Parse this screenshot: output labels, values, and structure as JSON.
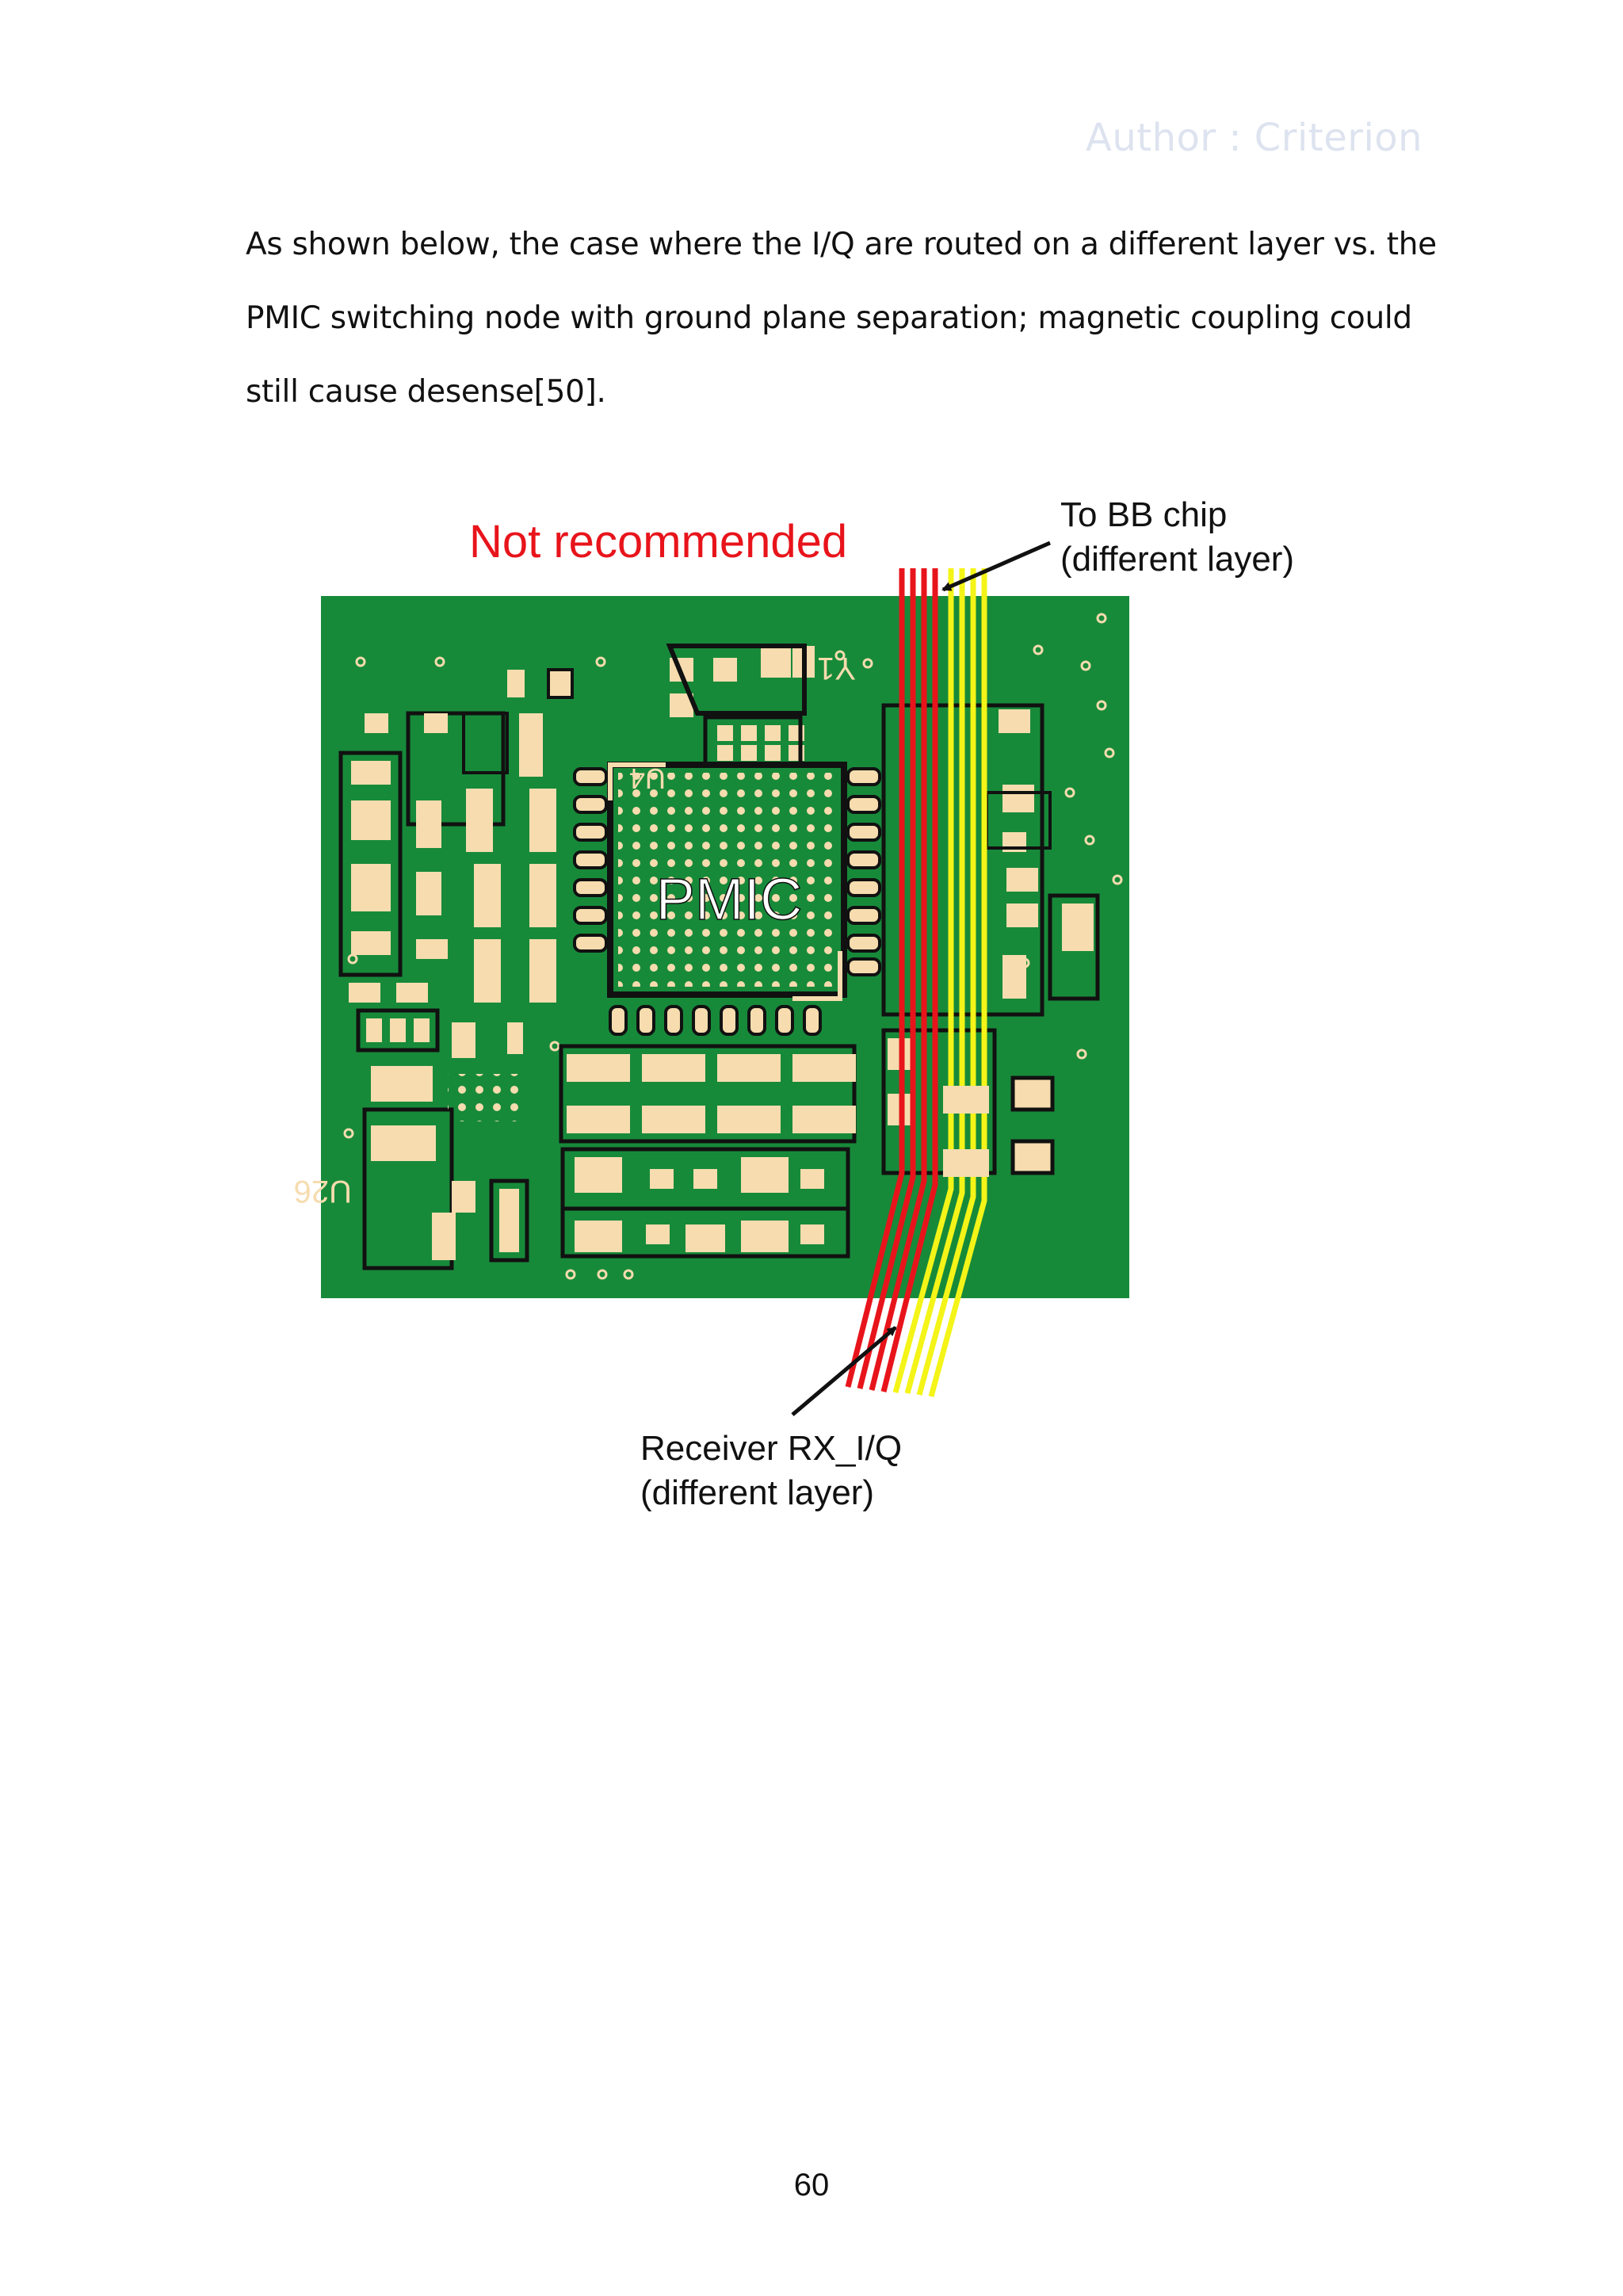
{
  "header": {
    "author": "Author : Criterion"
  },
  "paragraph": {
    "line1": "As shown below, the case where the I/Q are routed on a different layer vs. the",
    "line2": "PMIC switching node with ground plane separation; magnetic coupling could",
    "line3": "still cause desense[50]."
  },
  "figure": {
    "title": "Not recommended",
    "chip_label": "PMIC",
    "ref_u4": "U4",
    "ref_u26": "U26",
    "ref_y1": "Y1",
    "callout_bb": {
      "line1": "To BB chip",
      "line2": "(different layer)"
    },
    "callout_rx": {
      "line1": "Receiver RX_I/Q",
      "line2": "(different layer)"
    },
    "colors": {
      "board": "#178a3a",
      "pad": "#f6dcae",
      "trace_red": "#e8141b",
      "trace_yellow": "#f4f418",
      "title": "#e8141b"
    }
  },
  "footer": {
    "page_number": "60"
  }
}
